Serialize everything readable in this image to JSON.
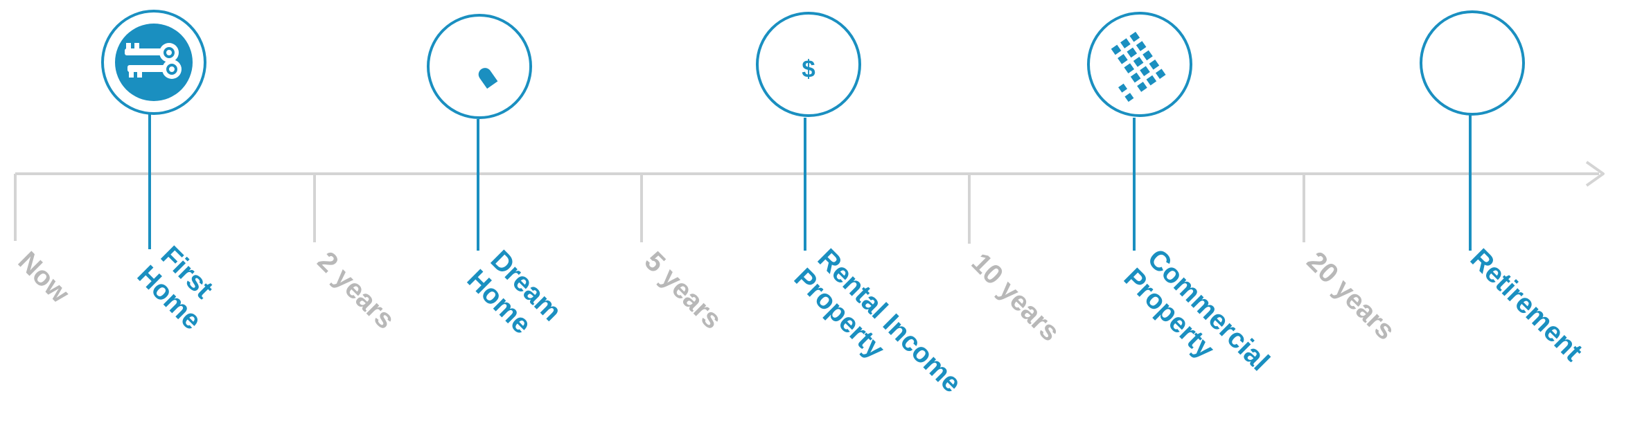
{
  "colors": {
    "axis": "#d4d4d4",
    "tick_label": "#b8b8b8",
    "accent": "#1a8fc0",
    "circle_fill": "#ffffff"
  },
  "ticks": [
    {
      "label": "Now"
    },
    {
      "label": "2 years"
    },
    {
      "label": "5 years"
    },
    {
      "label": "10 years"
    },
    {
      "label": "20 years"
    }
  ],
  "milestones": [
    {
      "lines": [
        "First",
        "Home"
      ],
      "icon": "keys-icon"
    },
    {
      "lines": [
        "Dream",
        "Home"
      ],
      "icon": "castle-icon"
    },
    {
      "lines": [
        "Rental Income",
        "Property"
      ],
      "icon": "money-bag-icon"
    },
    {
      "lines": [
        "Commercial",
        "Property"
      ],
      "icon": "office-building-icon"
    },
    {
      "lines": [
        "Retirement"
      ],
      "icon": "beach-chair-icon"
    }
  ]
}
